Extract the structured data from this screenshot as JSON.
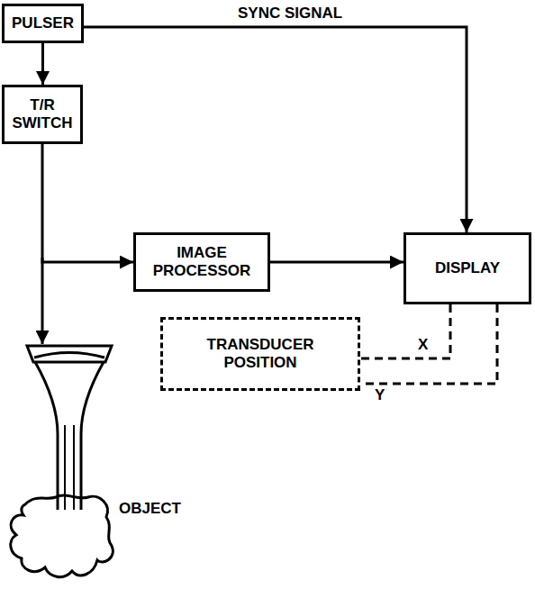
{
  "diagram": {
    "nodes": [
      {
        "text": [
          "PULSER"
        ]
      },
      {
        "text": [
          "T/R SWITCH"
        ]
      },
      {
        "text": [
          "IMAGE PROCESSOR"
        ]
      },
      {
        "text": [
          "DISPLAY"
        ]
      },
      {
        "text": [
          "TRANSDUCER POSITION"
        ]
      }
    ],
    "edges": [
      {
        "from": 0,
        "to": 1,
        "arrow": "to"
      },
      {
        "from": 0,
        "to": 3,
        "label": "SYNC SIGNAL",
        "arrow": "to"
      },
      {
        "from": 1,
        "to": 2,
        "arrow": "to"
      },
      {
        "from": 2,
        "to": 3,
        "arrow": "to"
      },
      {
        "from": 3,
        "to": 4,
        "label": "X",
        "arrow": "none"
      },
      {
        "from": 3,
        "to": 4,
        "label": "Y",
        "arrow": "none"
      }
    ],
    "labels": [
      "OBJECT"
    ]
  }
}
